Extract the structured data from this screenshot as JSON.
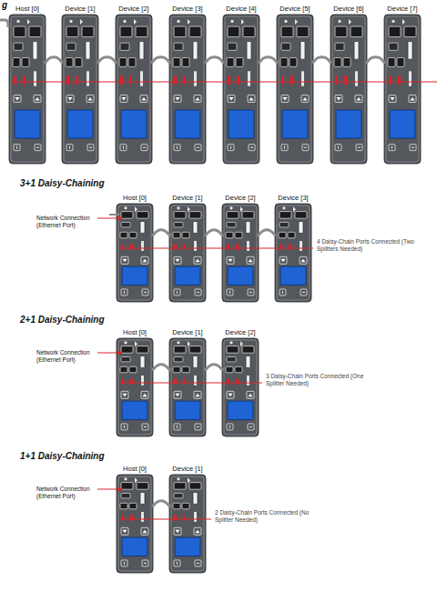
{
  "diagram": {
    "nodes": [
      {
        "text": [
          "Host [0]"
        ]
      },
      {
        "text": [
          "Device [1]"
        ]
      },
      {
        "text": [
          "Device [2]"
        ]
      },
      {
        "text": [
          "Device [3]"
        ]
      },
      {
        "text": [
          "Device [4]"
        ]
      },
      {
        "text": [
          "Device [5]"
        ]
      },
      {
        "text": [
          "Device [6]"
        ]
      },
      {
        "text": [
          "Device [7]"
        ]
      },
      {
        "text": [
          "Host [0]"
        ]
      },
      {
        "text": [
          "Device [1]"
        ]
      },
      {
        "text": [
          "Device [2]"
        ]
      },
      {
        "text": [
          "Device [3]"
        ]
      },
      {
        "text": [
          "Host [0]"
        ]
      },
      {
        "text": [
          "Device [1]"
        ]
      },
      {
        "text": [
          "Device [2]"
        ]
      },
      {
        "text": [
          "Host [0]"
        ]
      },
      {
        "text": [
          "Device [1]"
        ]
      }
    ],
    "edges": [
      {
        "from": 0,
        "to": 1,
        "arrow": "none"
      },
      {
        "from": 1,
        "to": 2,
        "arrow": "none"
      },
      {
        "from": 2,
        "to": 3,
        "arrow": "none"
      },
      {
        "from": 3,
        "to": 4,
        "arrow": "none"
      },
      {
        "from": 4,
        "to": 5,
        "arrow": "none"
      },
      {
        "from": 5,
        "to": 6,
        "arrow": "none"
      },
      {
        "from": 6,
        "to": 7,
        "arrow": "none"
      },
      {
        "from": 8,
        "to": 9,
        "arrow": "none"
      },
      {
        "from": 9,
        "to": 10,
        "arrow": "none"
      },
      {
        "from": 10,
        "to": 11,
        "arrow": "none"
      },
      {
        "from": 12,
        "to": 13,
        "arrow": "none"
      },
      {
        "from": 13,
        "to": 14,
        "arrow": "none"
      },
      {
        "from": 15,
        "to": 16,
        "arrow": "none"
      }
    ],
    "labels": [
      "g",
      "3+1 Daisy-Chaining",
      "Network Connection (Ethernet Port)",
      "4 Daisy-Chain Ports Connected (Two Splitters Needed)",
      "2+1 Daisy-Chaining",
      "Network Connection (Ethernet Port)",
      "3 Daisy-Chain Ports Connected (One Splitter Needed)",
      "1+1 Daisy-Chaining",
      "Network Connection (Ethernet Port)",
      "2 Daisy-Chain Ports Connected (No Splitter Needed)"
    ]
  }
}
